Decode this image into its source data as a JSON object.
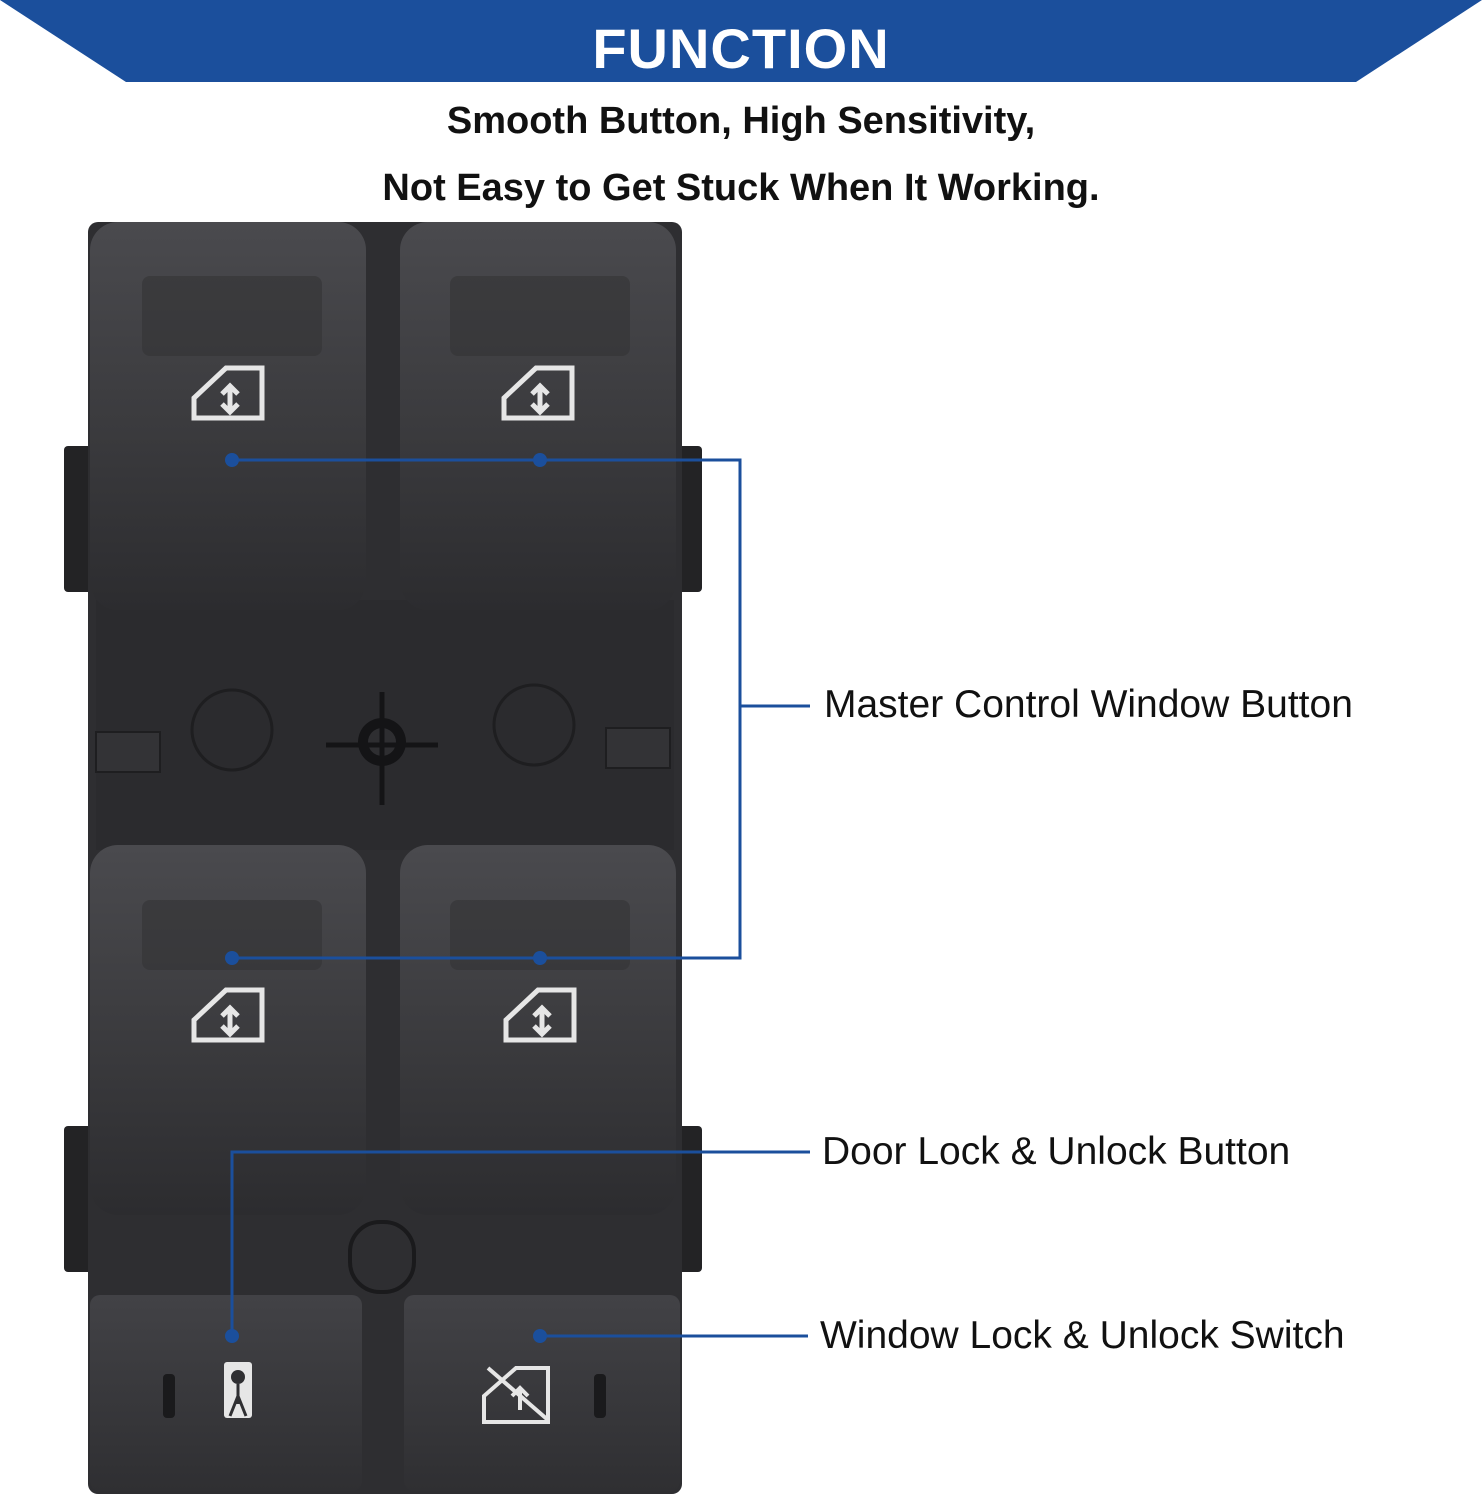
{
  "banner": {
    "title": "FUNCTION",
    "color": "#1b4f9c"
  },
  "subtitle": {
    "line1": "Smooth Button, High Sensitivity,",
    "line2": "Not Easy to Get Stuck When It Working."
  },
  "callouts": {
    "master": "Master Control Window Button",
    "door_lock": "Door Lock & Unlock Button",
    "window_lock": "Window Lock & Unlock Switch"
  },
  "colors": {
    "accent": "#1b4f9c",
    "switch_body": "#2e2e31",
    "button_face": "#3a3a3d",
    "icon": "#e6e6e6"
  },
  "icons": [
    "window-up-down-icon",
    "door-lock-icon",
    "window-lock-icon"
  ]
}
